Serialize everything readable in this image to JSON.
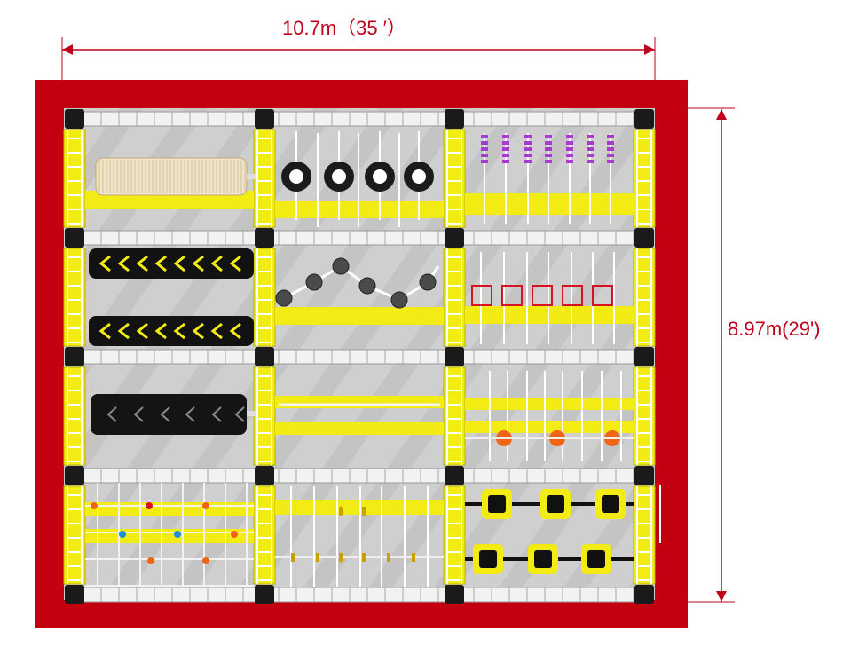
{
  "dimensions": {
    "width_label": "10.7m（35 ′）",
    "height_label": "8.97m(29')"
  },
  "colors": {
    "border": "#c2000f",
    "floor": "#cfcfcf",
    "frame": "#f2f2f2",
    "post": "#1a1a1a",
    "yellow": "#f3ec14",
    "dimension": "#c0001a",
    "purple": "#a53ccf",
    "orange": "#f06414"
  },
  "grid": {
    "columns": 3,
    "rows": 4
  },
  "stations": [
    {
      "name": "log-roll-station",
      "icon": "log-roller-icon"
    },
    {
      "name": "tire-swing-station",
      "icon": "tire-icon"
    },
    {
      "name": "purple-handles-station",
      "icon": "purple-handle-icon"
    },
    {
      "name": "chevron-belt-station",
      "icon": "chevron-belt-icon"
    },
    {
      "name": "zigzag-balls-station",
      "icon": "ball-icon"
    },
    {
      "name": "red-frames-station",
      "icon": "red-frame-icon"
    },
    {
      "name": "black-roller-station",
      "icon": "black-roller-icon"
    },
    {
      "name": "rail-bar-station",
      "icon": "rail-bar-icon"
    },
    {
      "name": "orange-balls-station",
      "icon": "orange-ball-icon"
    },
    {
      "name": "climbing-grid-station",
      "icon": "climbing-hold-icon"
    },
    {
      "name": "pegs-station",
      "icon": "peg-icon"
    },
    {
      "name": "square-rings-station",
      "icon": "square-ring-icon"
    }
  ]
}
